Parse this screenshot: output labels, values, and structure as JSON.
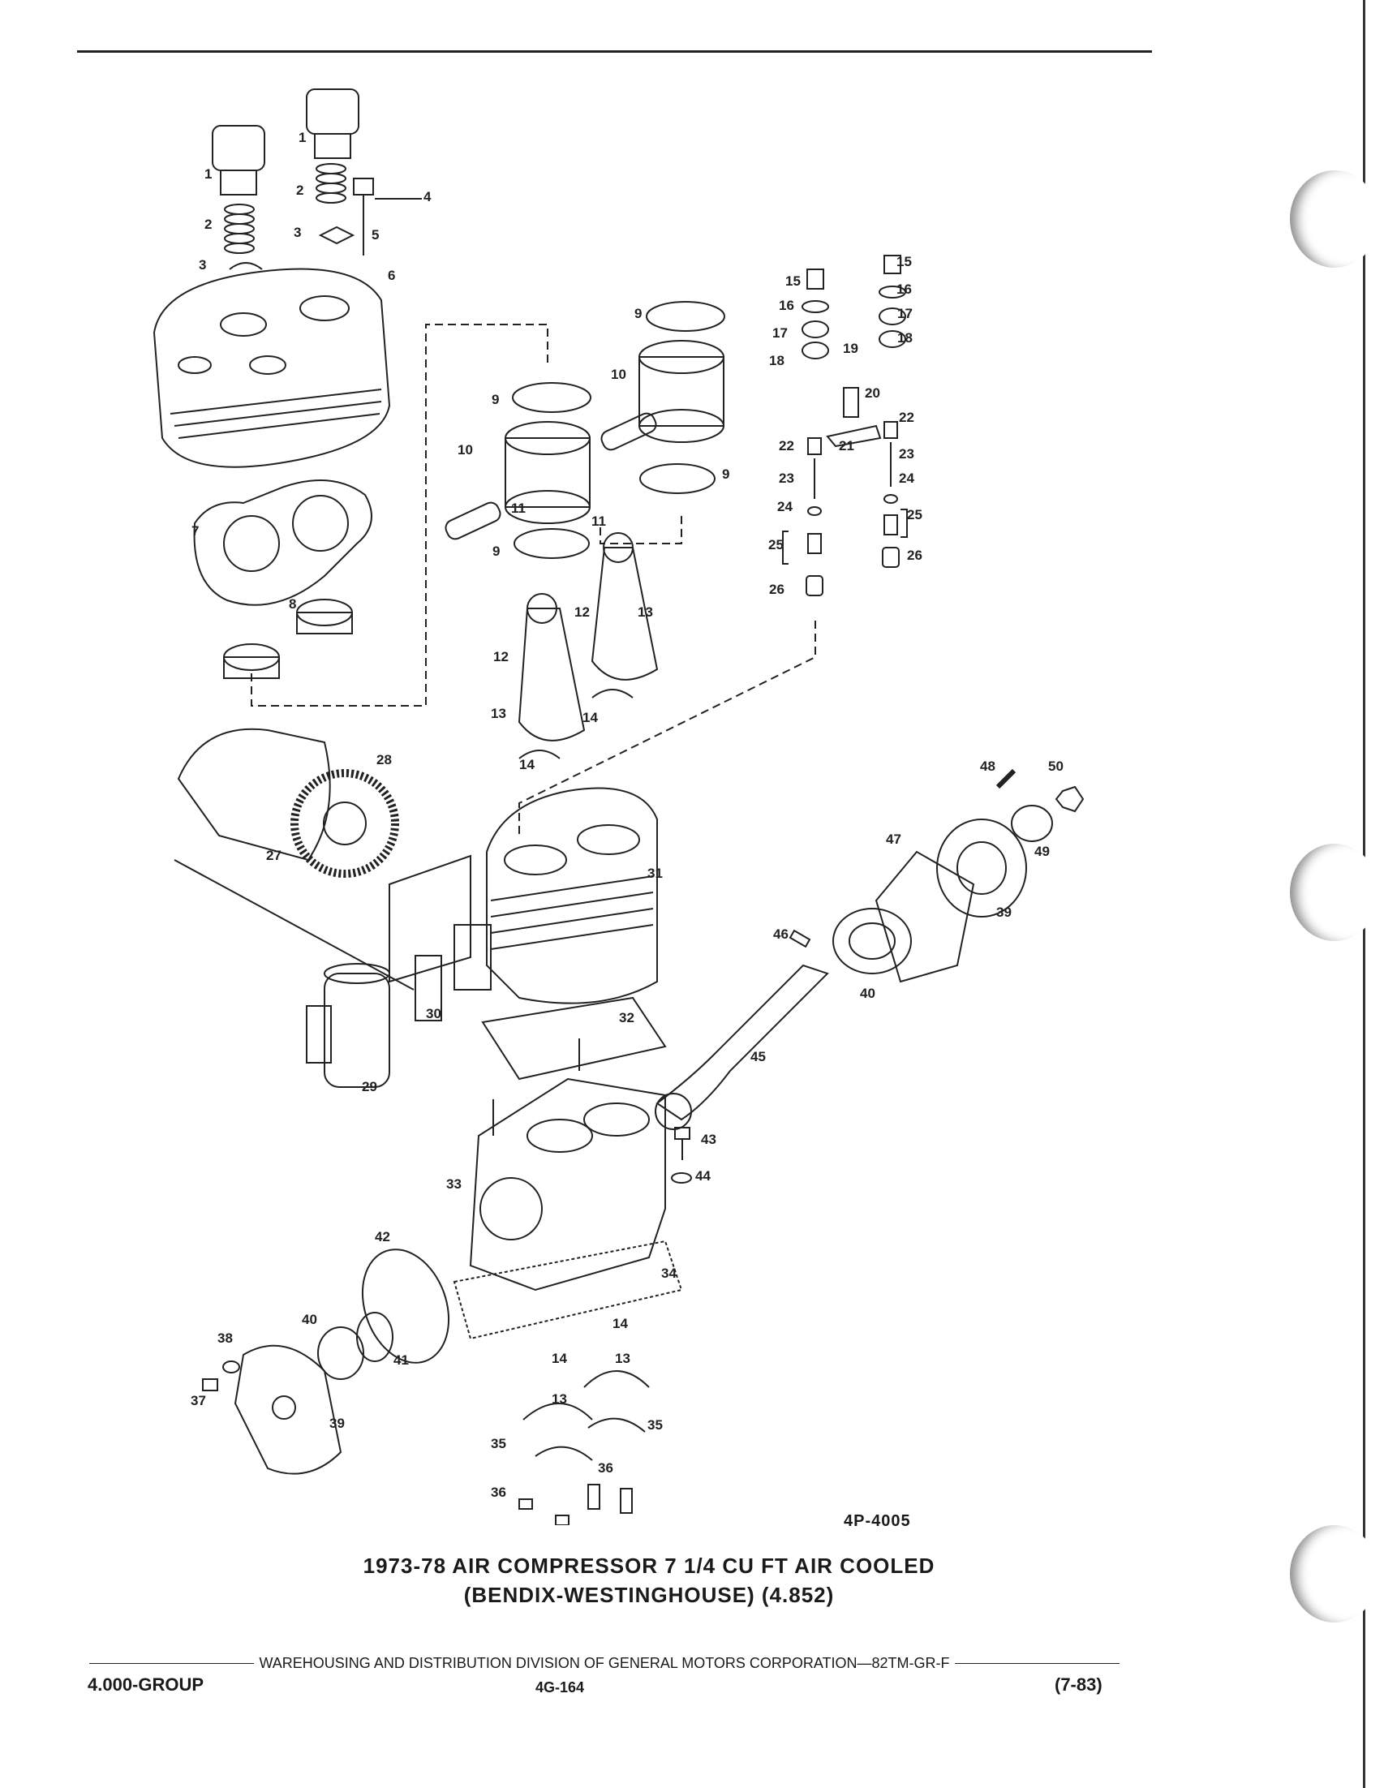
{
  "figure": {
    "id": "4P-4005",
    "title_line1": "1973-78 AIR COMPRESSOR 7 1/4 CU FT AIR COOLED",
    "title_line2": "(BENDIX-WESTINGHOUSE) (4.852)"
  },
  "callouts": [
    "1",
    "1",
    "2",
    "2",
    "3",
    "3",
    "4",
    "5",
    "6",
    "7",
    "8",
    "9",
    "9",
    "9",
    "9",
    "10",
    "10",
    "11",
    "11",
    "12",
    "12",
    "13",
    "13",
    "14",
    "14",
    "15",
    "15",
    "16",
    "16",
    "17",
    "17",
    "18",
    "18",
    "19",
    "20",
    "21",
    "22",
    "22",
    "23",
    "23",
    "24",
    "24",
    "25",
    "25",
    "26",
    "26",
    "27",
    "28",
    "29",
    "30",
    "31",
    "32",
    "33",
    "34",
    "35",
    "35",
    "36",
    "36",
    "37",
    "38",
    "39",
    "39",
    "40",
    "40",
    "41",
    "42",
    "43",
    "44",
    "45",
    "46",
    "47",
    "48",
    "49",
    "50",
    "14",
    "14",
    "13",
    "13"
  ],
  "footer": {
    "division": "WAREHOUSING AND DISTRIBUTION DIVISION OF GENERAL MOTORS CORPORATION—82TM-GR-F",
    "group": "4.000-GROUP",
    "page": "4G-164",
    "date": "(7-83)"
  }
}
